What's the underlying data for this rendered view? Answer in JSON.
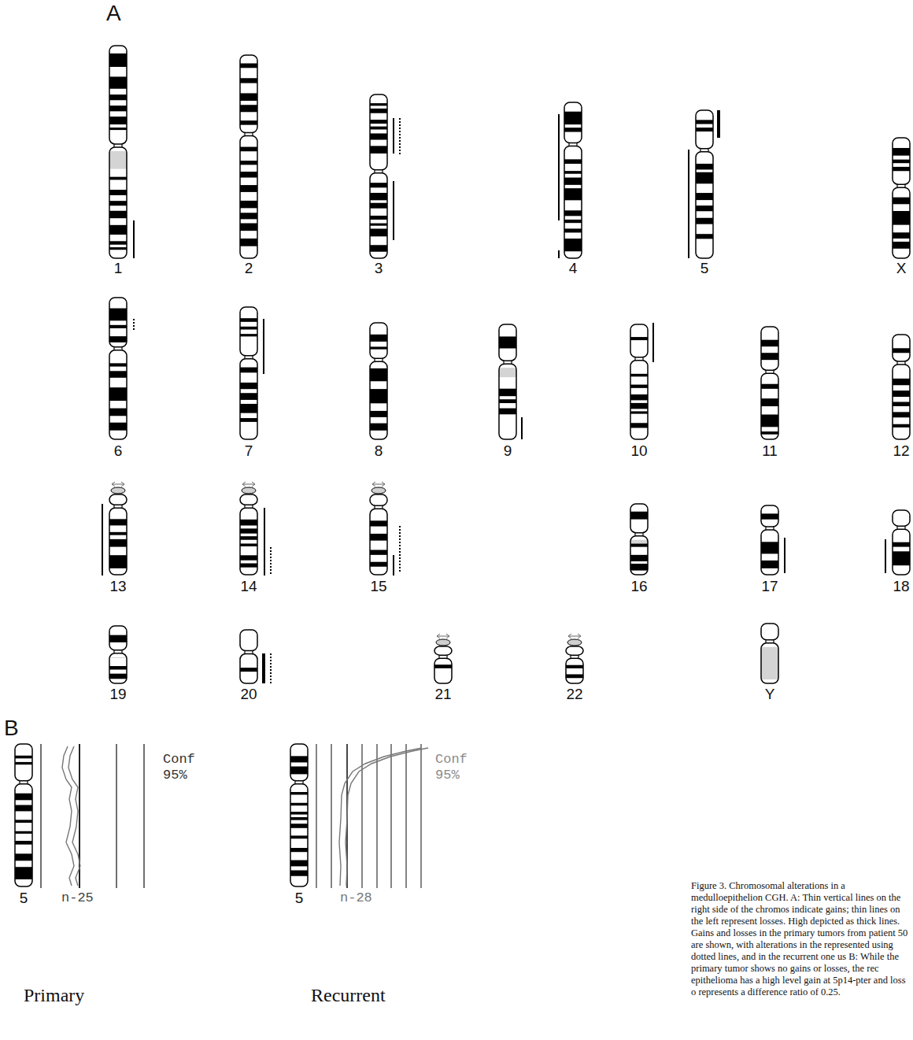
{
  "diagram": {
    "caption": "Figure 3. Chromosomal alterations in a medulloepithelion CGH. A: Thin vertical lines on the right side of the chromos indicate gains; thin lines on the left represent losses. High depicted as thick lines. Gains and losses in the primary tumors from patient 50 are shown, with alterations in the represented using dotted lines, and in the recurrent one us B: While the primary tumor shows no gains or losses, the rec epithelioma has a high level gain at 5p14-pter and loss o represents a difference ratio of 0.25.",
    "labels": [
      "A",
      "1",
      "2",
      "3",
      "4",
      "5",
      "X",
      "6",
      "7",
      "8",
      "9",
      "10",
      "11",
      "12",
      "13",
      "14",
      "15",
      "16",
      "17",
      "18",
      "19",
      "20",
      "21",
      "22",
      "Y",
      "B",
      "5",
      "n-25",
      "Conf 95%",
      "5",
      "n-28",
      "Conf 95%",
      "Primary",
      "Recurrent"
    ]
  }
}
